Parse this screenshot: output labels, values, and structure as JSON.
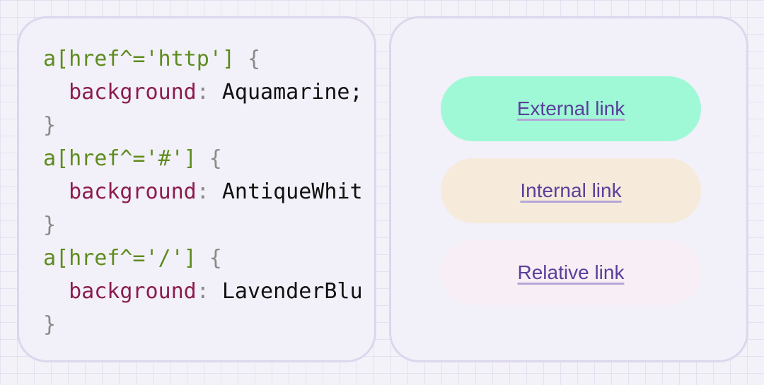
{
  "code_panel": {
    "rules": [
      {
        "selector": "a[href^='http']",
        "open": " {",
        "property": "background",
        "colon": ":",
        "value": "Aquamarine;",
        "close": "}"
      },
      {
        "selector": "a[href^='#']",
        "open": " {",
        "property": "background",
        "colon": ":",
        "value": "AntiqueWhit",
        "close": "}"
      },
      {
        "selector": "a[href^='/']",
        "open": " {",
        "property": "background",
        "colon": ":",
        "value": "LavenderBlu",
        "close": "}"
      }
    ]
  },
  "preview_panel": {
    "links": [
      {
        "label": "External link",
        "background": "#9ff9d7"
      },
      {
        "label": "Internal link",
        "background": "#f6eadb"
      },
      {
        "label": "Relative link",
        "background": "#f8eef6"
      }
    ]
  },
  "colors": {
    "selector": "#5e8c1e",
    "property": "#8c1c4f",
    "punctuation": "#8a8a8a",
    "value": "#111111",
    "link_text": "#5a3f9a",
    "panel_border": "#dcd7ec"
  }
}
